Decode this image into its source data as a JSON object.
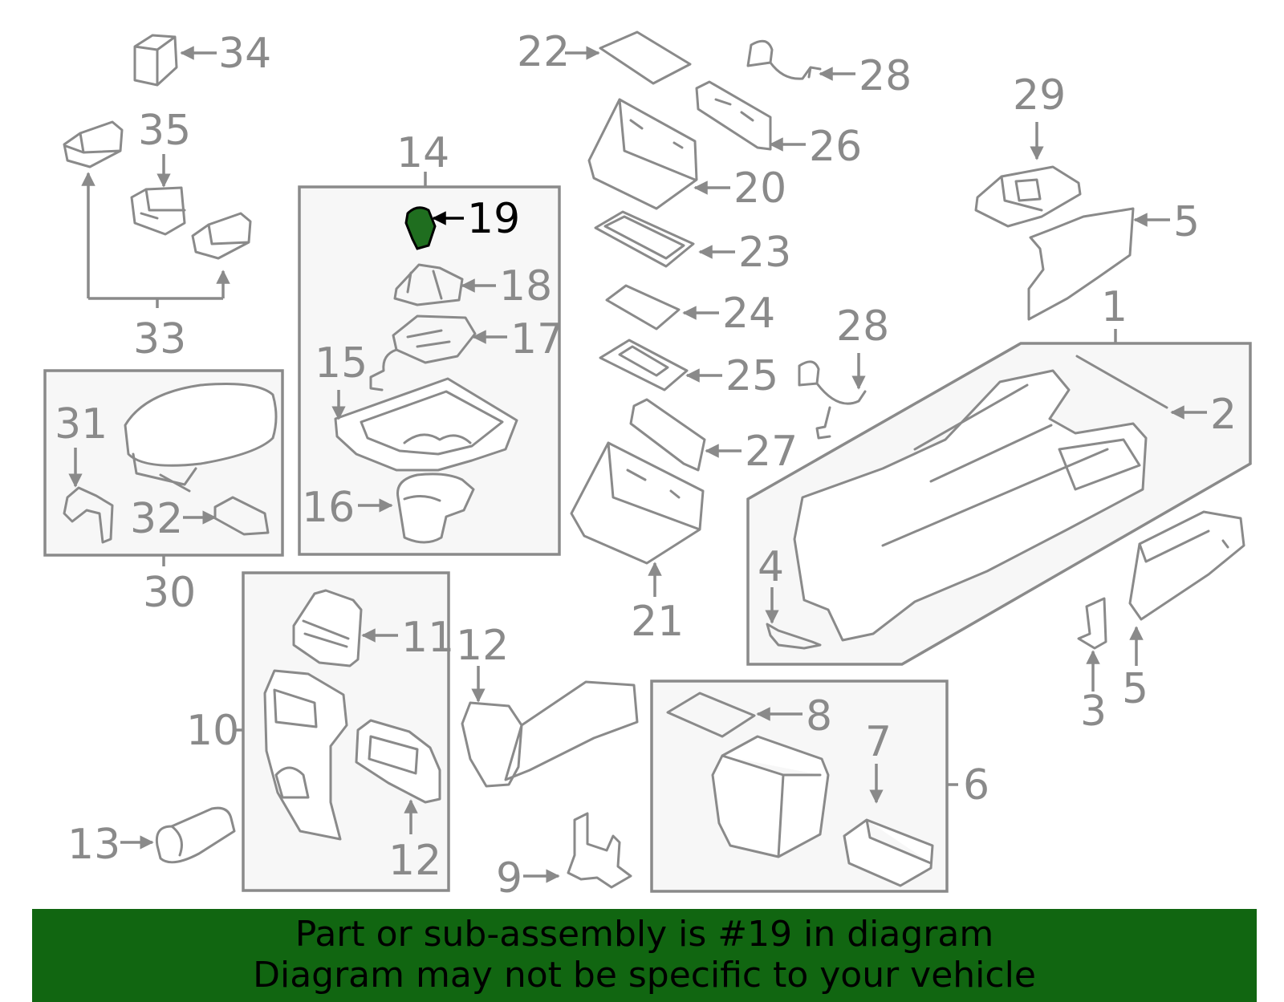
{
  "highlight_color": "#1f6e1f",
  "banner_color": "#116611",
  "callouts": {
    "c1": "1",
    "c2": "2",
    "c3": "3",
    "c4": "4",
    "c5a": "5",
    "c5b": "5",
    "c6": "6",
    "c7": "7",
    "c8": "8",
    "c9": "9",
    "c10": "10",
    "c11": "11",
    "c12a": "12",
    "c12b": "12",
    "c13": "13",
    "c14": "14",
    "c15": "15",
    "c16": "16",
    "c17": "17",
    "c18": "18",
    "c19": "19",
    "c20": "20",
    "c21": "21",
    "c22": "22",
    "c23": "23",
    "c24": "24",
    "c25": "25",
    "c26": "26",
    "c27": "27",
    "c28a": "28",
    "c28b": "28",
    "c29": "29",
    "c30": "30",
    "c31": "31",
    "c32": "32",
    "c33": "33",
    "c34": "34",
    "c35": "35"
  },
  "highlighted_part": "19",
  "banner": {
    "line1": "Part or sub-assembly is #19 in diagram",
    "line2": "Diagram may not be specific to your vehicle"
  }
}
